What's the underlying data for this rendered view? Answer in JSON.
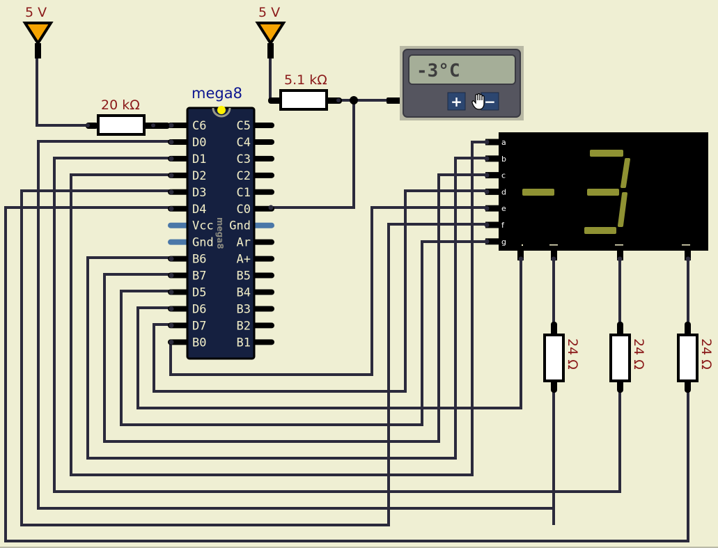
{
  "colors": {
    "background": "#efefd3",
    "wire": "#2b2a3c",
    "label": "#8b1a1a",
    "chip_body": "#152040",
    "chip_title": "#0c1590",
    "pin_label": "#f3efc8",
    "power_pin": "#4a77a8",
    "supply_fill": "#f5a300",
    "segment_on": "#8f9233",
    "display_bg": "#000000",
    "thermo_panel": "#55555f",
    "thermo_screen": "#a5ae98",
    "thermo_button": "#2c4670",
    "indicator_led": "#fff200"
  },
  "supplies": [
    {
      "id": "supply-left",
      "label": "5 V"
    },
    {
      "id": "supply-right",
      "label": "5 V"
    }
  ],
  "resistors": {
    "r_pullup": {
      "label": "20 kΩ"
    },
    "r_sensor": {
      "label": "5.1 kΩ"
    },
    "r_digits": [
      {
        "label": "24 Ω"
      },
      {
        "label": "24 Ω"
      },
      {
        "label": "24 Ω"
      }
    ]
  },
  "chip": {
    "title": "mega8",
    "body_text": "mega8",
    "left_pins": [
      "C6",
      "D0",
      "D1",
      "D2",
      "D3",
      "D4",
      "Vcc",
      "Gnd",
      "B6",
      "B7",
      "D5",
      "D6",
      "D7",
      "B0"
    ],
    "right_pins": [
      "C5",
      "C4",
      "C3",
      "C2",
      "C1",
      "C0",
      "Gnd",
      "Ar",
      "A+",
      "B5",
      "B4",
      "B3",
      "B2",
      "B1"
    ]
  },
  "thermometer": {
    "reading": "-3°C",
    "increase_label": "+",
    "decrease_label": "−"
  },
  "display": {
    "segment_labels": [
      "a",
      "b",
      "c",
      "d",
      "e",
      "f",
      "g"
    ],
    "digits_shown": [
      "-",
      "3",
      "",
      ""
    ],
    "digit_segments": [
      {
        "a": false,
        "b": false,
        "c": false,
        "d": false,
        "e": false,
        "f": false,
        "g": true
      },
      {
        "a": true,
        "b": true,
        "c": true,
        "d": true,
        "e": false,
        "f": false,
        "g": true
      }
    ]
  }
}
